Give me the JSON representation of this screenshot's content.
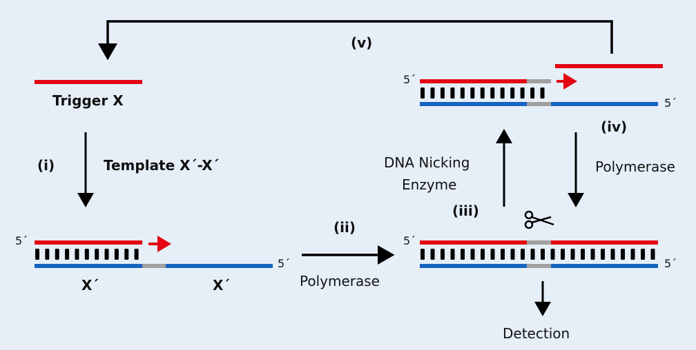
{
  "colors": {
    "background": "#e6eff8",
    "trigger_strand": "#e30613",
    "template_strand": "#1565c0",
    "nick_site": "#a0a0a0",
    "arrow": "#000000"
  },
  "labels": {
    "trigger": "Trigger X",
    "step_i": "(i)",
    "template": "Template X´-X´",
    "step_ii": "(ii)",
    "polymerase_ii": "Polymerase",
    "step_iii": "(iii)",
    "nicking_line1": "DNA Nicking",
    "nicking_line2": "Enzyme",
    "step_iv": "(iv)",
    "polymerase_iv": "Polymerase",
    "step_v": "(v)",
    "detection": "Detection",
    "x_prime_left": "X´",
    "x_prime_right": "X´",
    "five_prime": "5´"
  },
  "duplexes": {
    "initial_complex_basepairs": 11,
    "full_duplex_basepairs": 24,
    "nicked_complex_basepairs": 13
  },
  "icons": {
    "scissors": "scissors-icon"
  }
}
